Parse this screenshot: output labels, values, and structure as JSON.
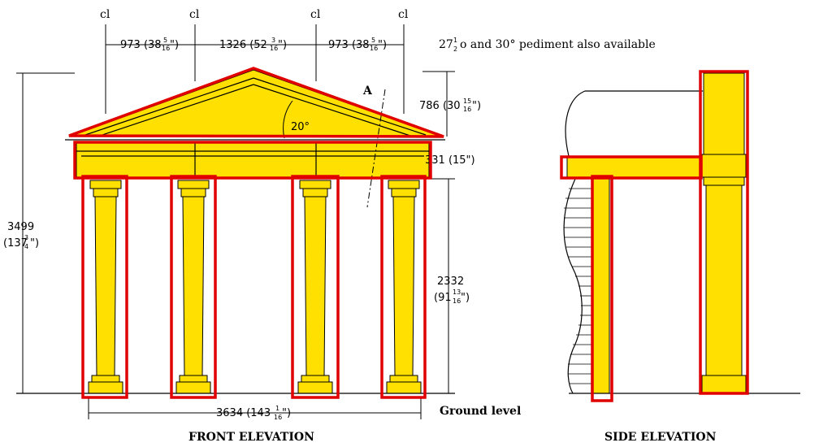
{
  "front": {
    "cl_labels": [
      "cl",
      "cl",
      "cl",
      "cl"
    ],
    "spacing": [
      {
        "label": "973 (38",
        "whole": "",
        "num": "5",
        "den": "16",
        "end": "\")"
      },
      {
        "label": "1326 (52",
        "num": "3",
        "den": "16",
        "end": "\")"
      },
      {
        "label": "973 (38",
        "num": "5",
        "den": "16",
        "end": "\")"
      }
    ],
    "note": {
      "pre": "27",
      "num": "1",
      "den": "2",
      "post": "o and 30° pediment also available"
    },
    "angle_label": "20°",
    "section_label": "A",
    "pediment_height": {
      "label": "786 (30",
      "num": "15",
      "den": "16",
      "end": "\")"
    },
    "entablature_height": "331 (15\")",
    "total_height": {
      "value": "3499",
      "pre": "(137",
      "num": "3",
      "den": "4",
      "end": "\")"
    },
    "column_height": {
      "value": "2332",
      "pre": "(91",
      "num": "13",
      "den": "16",
      "end": "\")"
    },
    "total_width": {
      "label": "3634 (143",
      "num": "1",
      "den": "16",
      "end": "\")"
    },
    "ground_label": "Ground level",
    "caption": "FRONT ELEVATION"
  },
  "side": {
    "caption": "SIDE ELEVATION"
  },
  "colors": {
    "highlight": "#ffe000",
    "markup": "#e00000",
    "ink": "#000000"
  }
}
